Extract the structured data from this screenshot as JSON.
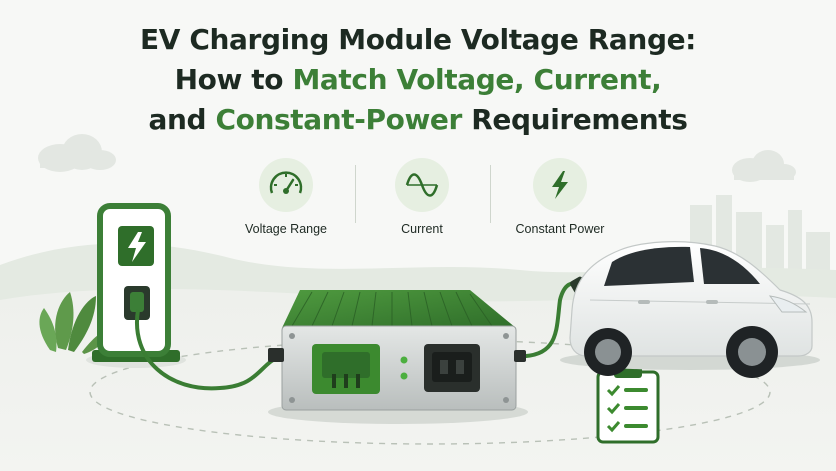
{
  "title": {
    "line1": "EV Charging Module Voltage Range:",
    "line2_prefix": "How to ",
    "line2_highlight": "Match Voltage, Current,",
    "line3_prefix": "and ",
    "line3_highlight": "Constant-Power",
    "line3_suffix": " Requirements"
  },
  "features": [
    {
      "label": "Voltage Range",
      "icon": "gauge-icon"
    },
    {
      "label": "Current",
      "icon": "sine-wave-icon"
    },
    {
      "label": "Constant Power",
      "icon": "lightning-bolt-icon"
    }
  ],
  "colors": {
    "accent": "#3c7f37",
    "accent_dark": "#2f6a2b",
    "text": "#1d2a22",
    "background": "#f7f8f6",
    "module_body": "#c9cdcd",
    "cable": "#3a7d33"
  },
  "illustration": {
    "charger_icon": "lightning-bolt-icon",
    "checklist_icon": "clipboard-checklist-icon",
    "vehicle": "white-electric-car"
  }
}
